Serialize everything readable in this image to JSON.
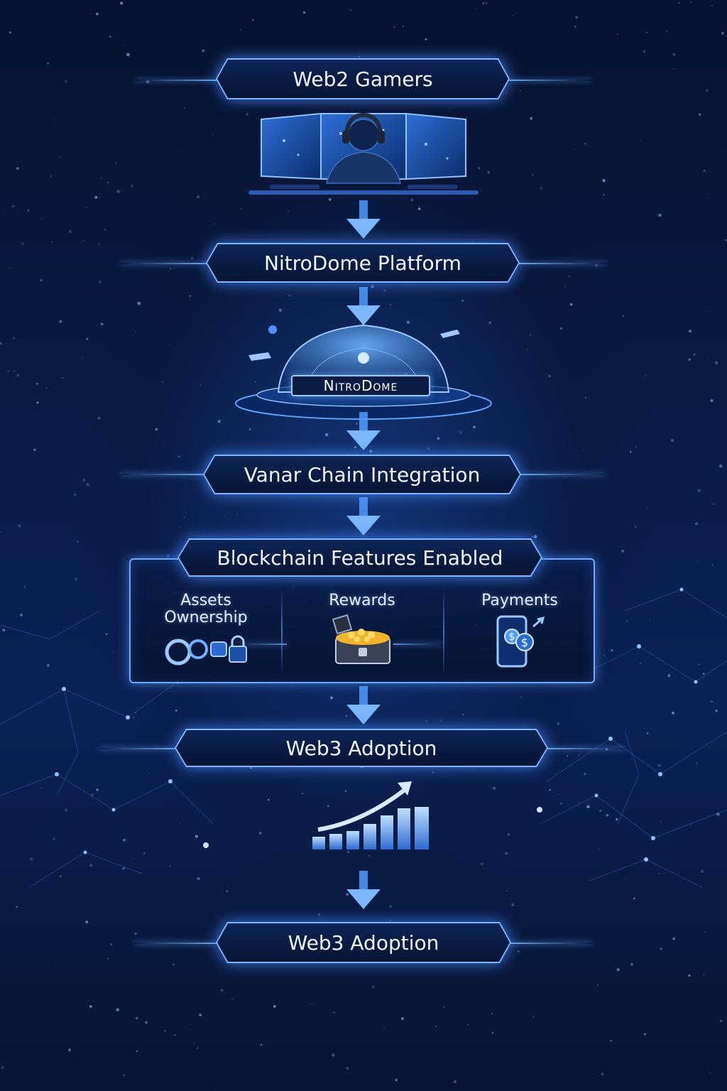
{
  "steps": {
    "web2_gamers": "Web2 Gamers",
    "nitrodome_platform": "NitroDome Platform",
    "nitrodome_logo": "NitroDome",
    "vanar_chain": "Vanar Chain Integration",
    "blockchain_features": "Blockchain Features Enabled",
    "web3_adoption_1": "Web3 Adoption",
    "web3_adoption_2": "Web3 Adoption"
  },
  "features": [
    {
      "label": "Assets\nOwnership",
      "icon": "assets-ownership-icon"
    },
    {
      "label": "Rewards",
      "icon": "treasure-chest-icon"
    },
    {
      "label": "Payments",
      "icon": "mobile-payment-icon"
    }
  ],
  "colors": {
    "background": "#071532",
    "accent": "#6aa6ff",
    "glow": "#4f9bff",
    "text": "#eef4ff"
  }
}
